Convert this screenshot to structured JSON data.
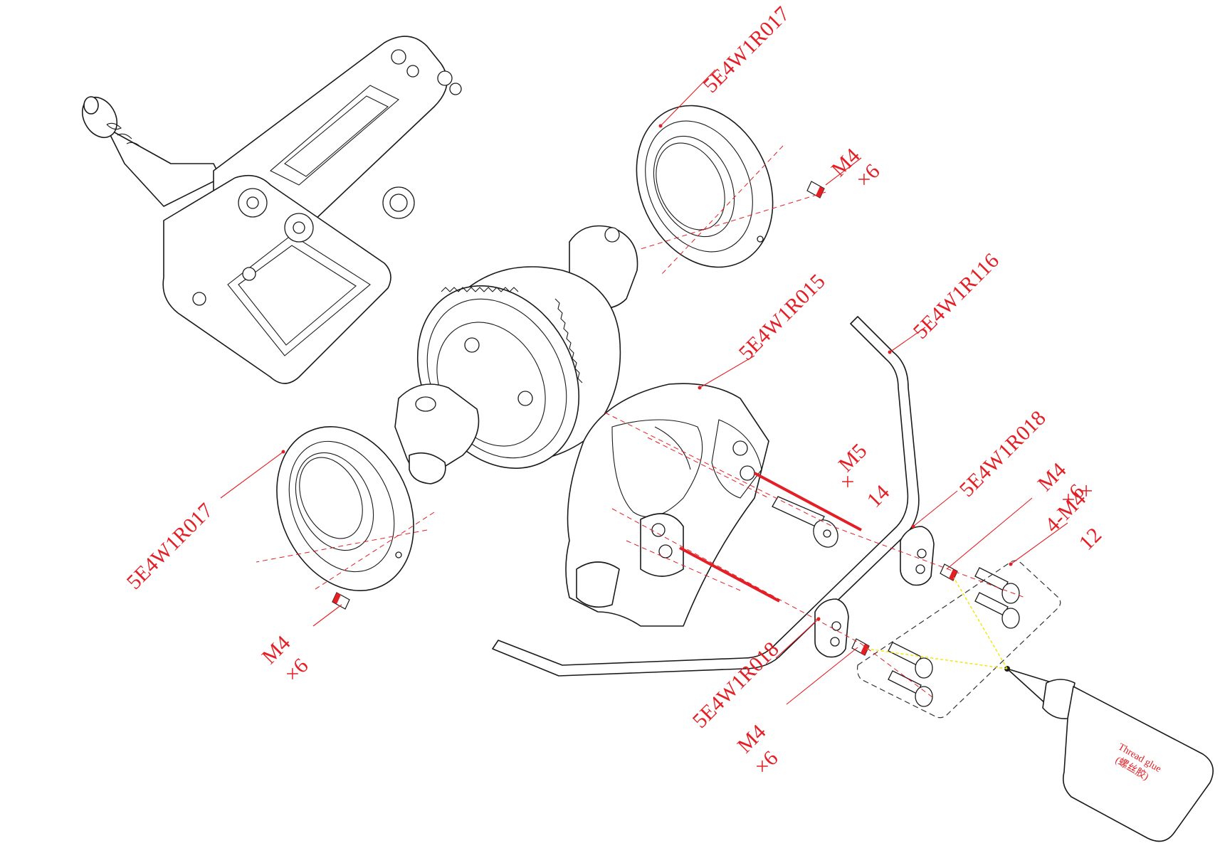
{
  "labels": {
    "top_right_ring": "5E4W1R017",
    "left_ring": "5E4W1R017",
    "top_setscrew_size": "M4",
    "top_setscrew_qty": "×6",
    "left_setscrew_size": "M4",
    "left_setscrew_qty": "×6",
    "housing": "5E4W1R015",
    "sway_bar": "5E4W1R116",
    "center_bolt_size": "M5",
    "center_bolt_x": "×",
    "center_bolt_len": "14",
    "clamp_upper": "5E4W1R018",
    "clamp_upper_setscrew_size": "M4",
    "clamp_upper_setscrew_qty": "×6",
    "bolt_group": "4-M4×",
    "bolt_group_len": "12",
    "clamp_lower": "5E4W1R018",
    "clamp_lower_setscrew_size": "M4",
    "clamp_lower_setscrew_qty": "×6"
  },
  "glue": {
    "line1": "Thread glue",
    "line2": "(螺丝胶)"
  },
  "colors": {
    "annotation": "#e31e24",
    "linework": "#1a1a1a",
    "glue_path": "#f2e600"
  }
}
